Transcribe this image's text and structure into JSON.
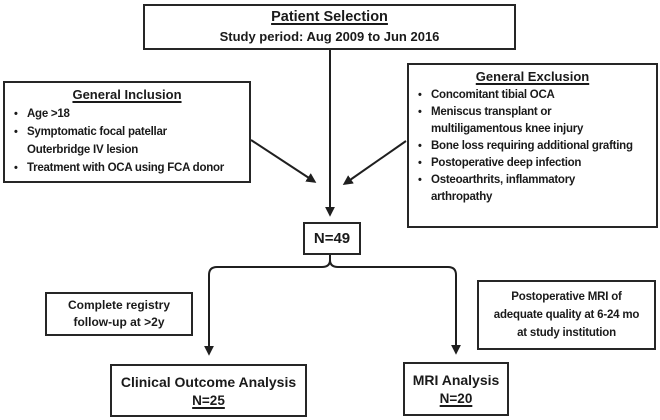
{
  "colors": {
    "background": "#ffffff",
    "border": "#262626",
    "text": "#1a1a1a",
    "arrow": "#1f1f1f"
  },
  "diagram": {
    "patient_box": {
      "title": "Patient Selection",
      "subtitle": "Study period: Aug 2009 to Jun 2016"
    },
    "inclusion_box": {
      "title": "General Inclusion",
      "items": [
        {
          "lines": [
            "Age >18"
          ]
        },
        {
          "lines": [
            "Symptomatic focal patellar",
            "Outerbridge IV lesion"
          ]
        },
        {
          "lines": [
            "Treatment with OCA using FCA donor"
          ]
        }
      ]
    },
    "exclusion_box": {
      "title": "General Exclusion",
      "items": [
        {
          "lines": [
            "Concomitant tibial OCA"
          ]
        },
        {
          "lines": [
            "Meniscus transplant or",
            "multiligamentous knee injury"
          ]
        },
        {
          "lines": [
            "Bone loss requiring additional grafting"
          ]
        },
        {
          "lines": [
            "Postoperative deep infection"
          ]
        },
        {
          "lines": [
            "Osteoarthrits, inflammatory",
            "arthropathy"
          ]
        }
      ]
    },
    "n_box": {
      "label": "N=49"
    },
    "registry_note": {
      "lines": [
        "Complete registry",
        "follow-up at >2y"
      ]
    },
    "mri_note": {
      "lines": [
        "Postoperative MRI of",
        "adequate quality at 6-24 mo",
        "at study institution"
      ]
    },
    "clinical_box": {
      "title": "Clinical Outcome Analysis",
      "n": "N=25"
    },
    "mri_analysis_box": {
      "title": "MRI Analysis",
      "n": "N=20"
    }
  }
}
